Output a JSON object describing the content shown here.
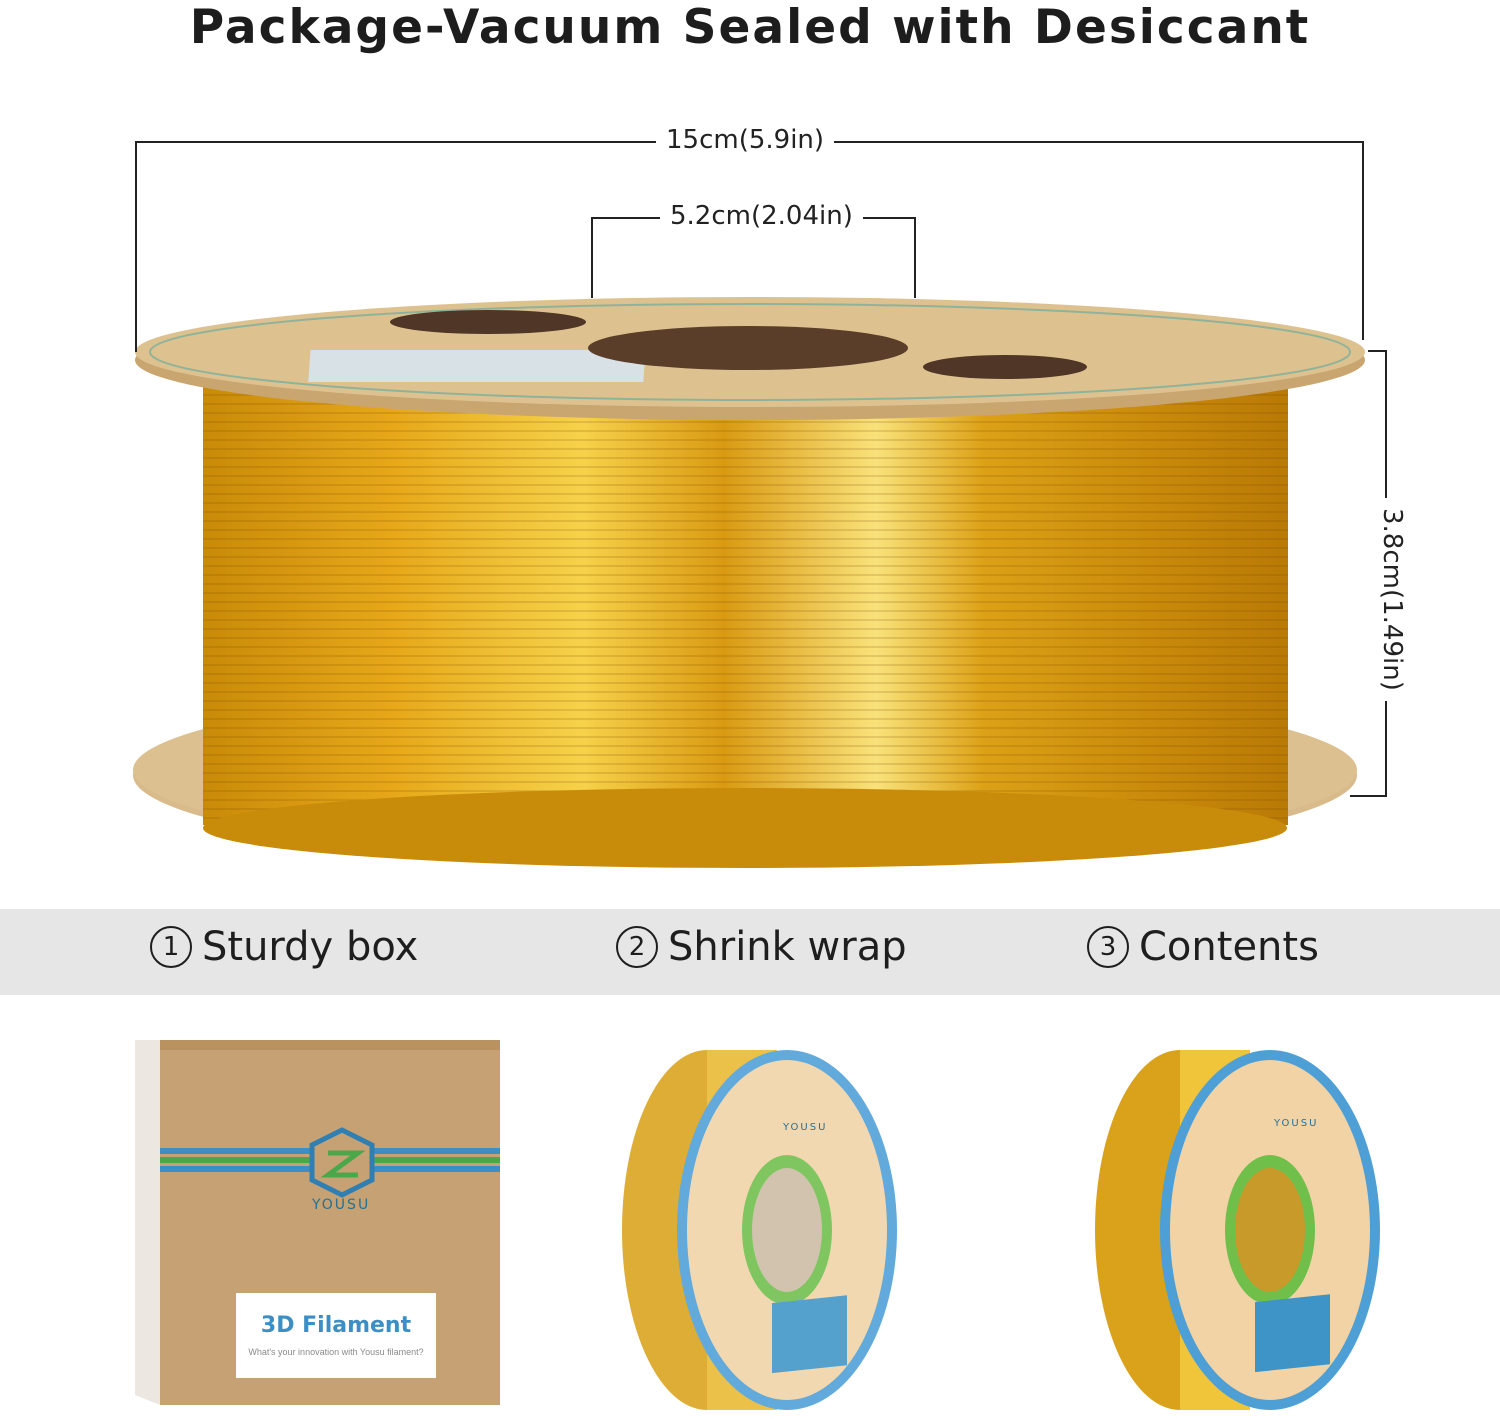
{
  "header": {
    "title": "Package-Vacuum Sealed with Desiccant"
  },
  "dimensions": {
    "diameter": "15cm(5.9in)",
    "hub_diameter": "5.2cm(2.04in)",
    "width": "3.8cm(1.49in)"
  },
  "steps": [
    {
      "number": "1",
      "label": "Sturdy box"
    },
    {
      "number": "2",
      "label": "Shrink wrap"
    },
    {
      "number": "3",
      "label": "Contents"
    }
  ],
  "box": {
    "brand": "YOUSU",
    "label_title": "3D Filament",
    "label_subtitle": "What's your innovation with Yousu filament?"
  },
  "spools": {
    "brand": "YOUSU"
  },
  "colors": {
    "filament_gold": "#e0a414",
    "spool_flange": "#d8b886",
    "band": "#e6e6e6",
    "box_cardboard": "#c6a173",
    "brand_blue": "#3c8fc4",
    "brand_green": "#4aa84a"
  }
}
